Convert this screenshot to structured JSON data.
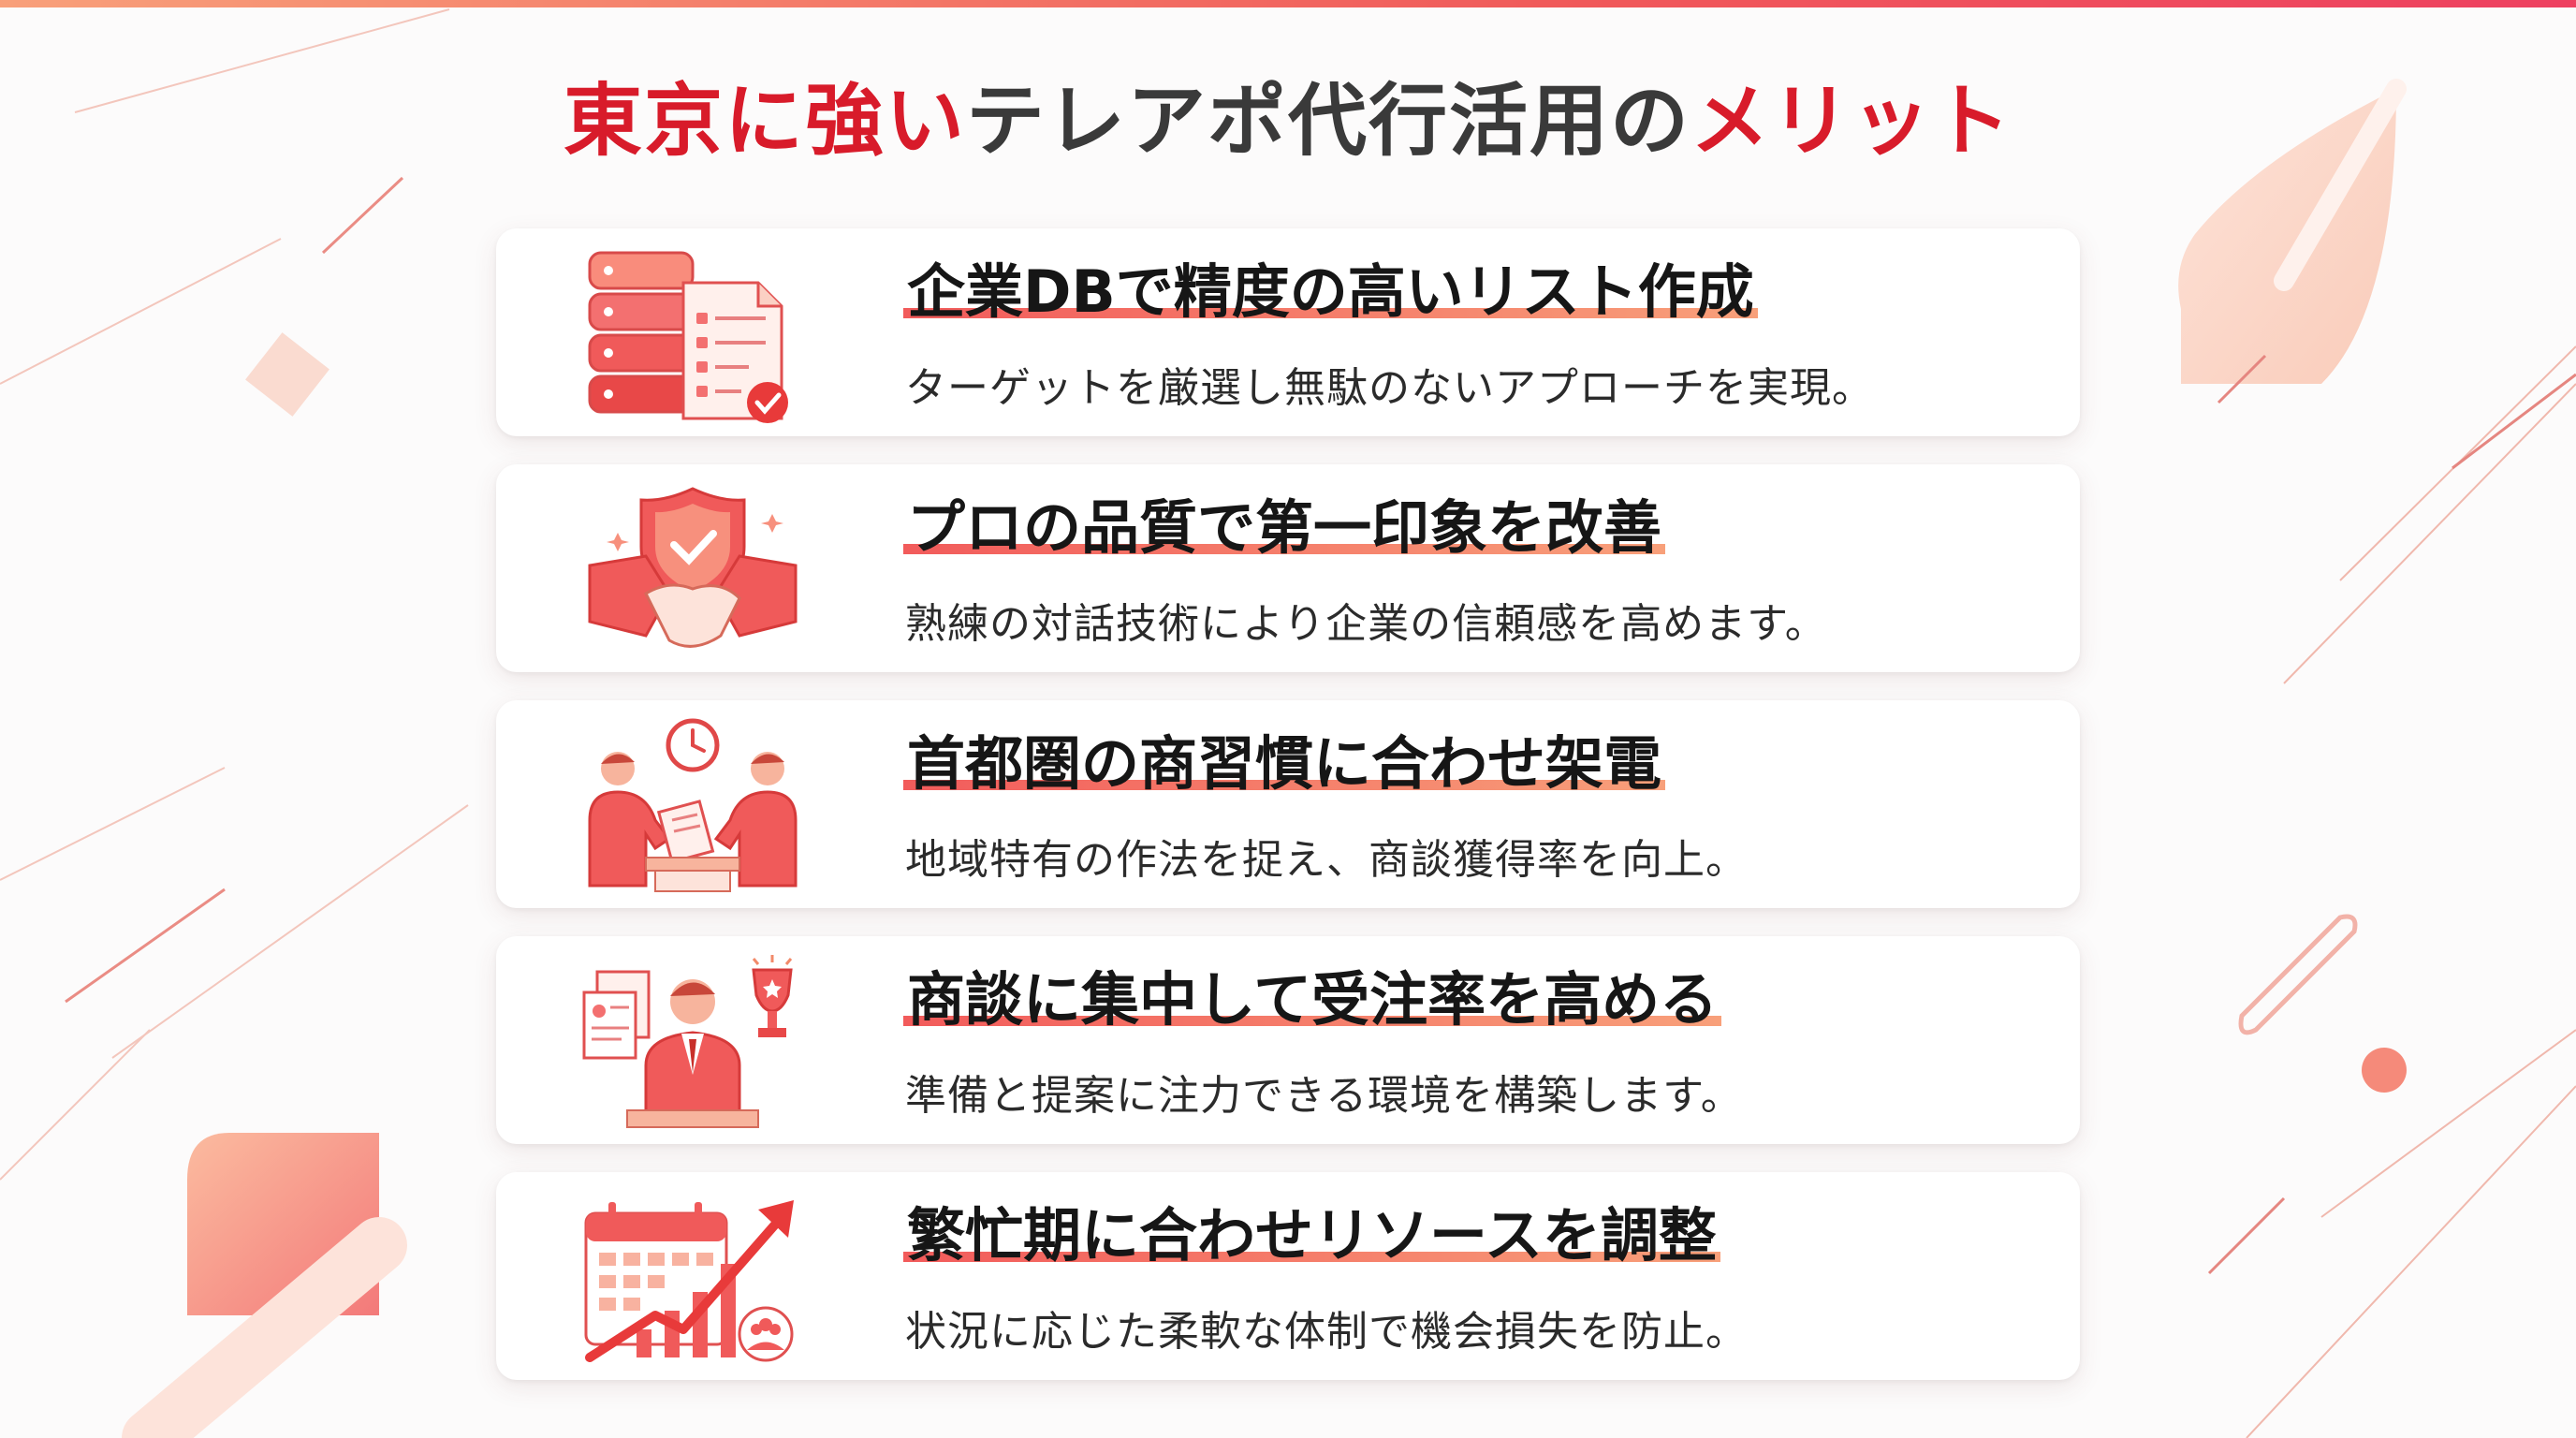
{
  "title": {
    "part1": "東京に強い",
    "part2": "テレアポ代行活用の",
    "part3": "メリット"
  },
  "cards": [
    {
      "heading": "企業DBで精度の高いリスト作成",
      "description": "ターゲットを厳選し無駄のないアプローチを実現。",
      "icon": "database-document-check-icon"
    },
    {
      "heading": "プロの品質で第一印象を改善",
      "description": "熟練の対話技術により企業の信頼感を高めます。",
      "icon": "shield-handshake-icon"
    },
    {
      "heading": "首都圏の商習慣に合わせ架電",
      "description": "地域特有の作法を捉え、商談獲得率を向上。",
      "icon": "business-meeting-clock-icon"
    },
    {
      "heading": "商談に集中して受注率を高める",
      "description": "準備と提案に注力できる環境を構築します。",
      "icon": "businessman-trophy-icon"
    },
    {
      "heading": "繁忙期に合わせリソースを調整",
      "description": "状況に応じた柔軟な体制で機会損失を防止。",
      "icon": "calendar-growth-chart-icon"
    }
  ],
  "colors": {
    "accent": "#d81b2a",
    "primary_red": "#f25b5b",
    "coral": "#f8a07a",
    "text_dark": "#161616"
  }
}
